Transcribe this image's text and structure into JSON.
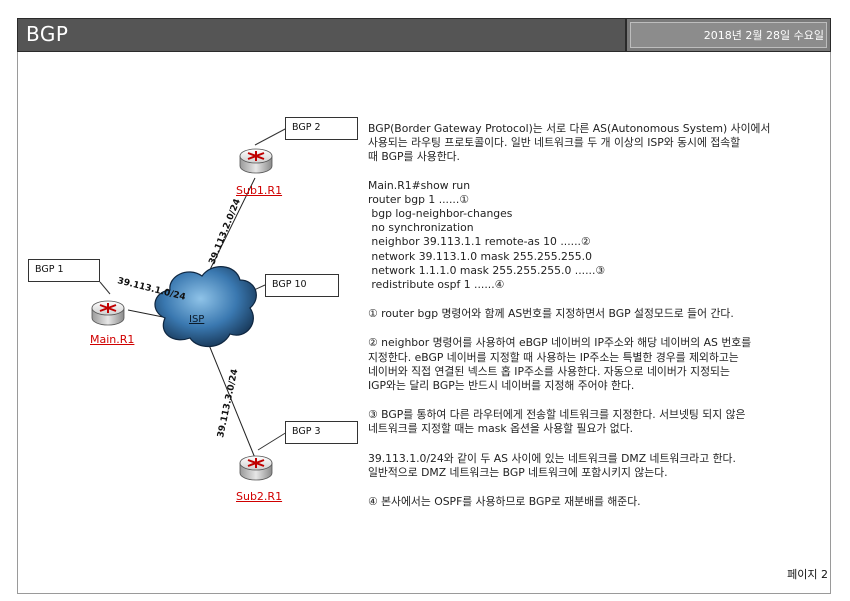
{
  "header": {
    "title": "BGP",
    "date": "2018년 2월 28일 수요일"
  },
  "diagram": {
    "boxes": {
      "bgp1": "BGP 1",
      "bgp2": "BGP 2",
      "bgp3": "BGP 3",
      "bgp10": "BGP 10"
    },
    "routers": {
      "main": "Main.R1",
      "sub1": "Sub1.R1",
      "sub2": "Sub2.R1"
    },
    "cloud_label": "ISP",
    "links": {
      "main": "39.113.1.0/24",
      "sub1": "39.113.2.0/24",
      "sub2": "39.113.3.0/24"
    }
  },
  "content": {
    "intro_1": "BGP(Border Gateway Protocol)는 서로 다른 AS(Autonomous System) 사이에서",
    "intro_2": "사용되는 라우팅 프로토콜이다. 일반 네트워크를 두 개 이상의 ISP와 동시에 접속할",
    "intro_3": "때 BGP를 사용한다.",
    "config": [
      "Main.R1#show run",
      "router bgp 1 ......①",
      " bgp log-neighbor-changes",
      " no synchronization",
      " neighbor 39.113.1.1 remote-as 10 ......②",
      " network 39.113.1.0 mask 255.255.255.0",
      " network 1.1.1.0 mask 255.255.255.0 ......③",
      " redistribute ospf 1 ......④"
    ],
    "note1": "① router bgp 명령어와 함께 AS번호를 지정하면서 BGP 설정모드로 들어 간다.",
    "note2_1": "② neighbor 명령어를 사용하여 eBGP 네이버의 IP주소와 해당 네이버의 AS 번호를",
    "note2_2": "지정한다. eBGP 네이버를 지정할 때 사용하는 IP주소는 특별한 경우를 제외하고는",
    "note2_3": "네이버와 직접 연결된 넥스트 홉 IP주소를 사용한다. 자동으로 네이버가 지정되는",
    "note2_4": "IGP와는 달리 BGP는 반드시 네이버를 지정해 주어야 한다.",
    "note3_1": "③ BGP를 통하여 다른 라우터에게 전송할 네트워크를 지정한다. 서브넷팅 되지 않은",
    "note3_2": "네트워크를 지정할 때는 mask 옵션을 사용할 필요가 없다.",
    "dmz_1": "39.113.1.0/24와 같이 두 AS 사이에 있는 네트워크를 DMZ 네트워크라고 한다.",
    "dmz_2": "일반적으로 DMZ 네트워크는 BGP 네트워크에 포함시키지 않는다.",
    "note4": "④ 본사에서는 OSPF를 사용하므로 BGP로 재분배를 해준다."
  },
  "footer": {
    "page": "페이지 2"
  },
  "colors": {
    "router_label": "#d00000",
    "header_dark": "#555555",
    "cloud": "#3a78b0"
  }
}
